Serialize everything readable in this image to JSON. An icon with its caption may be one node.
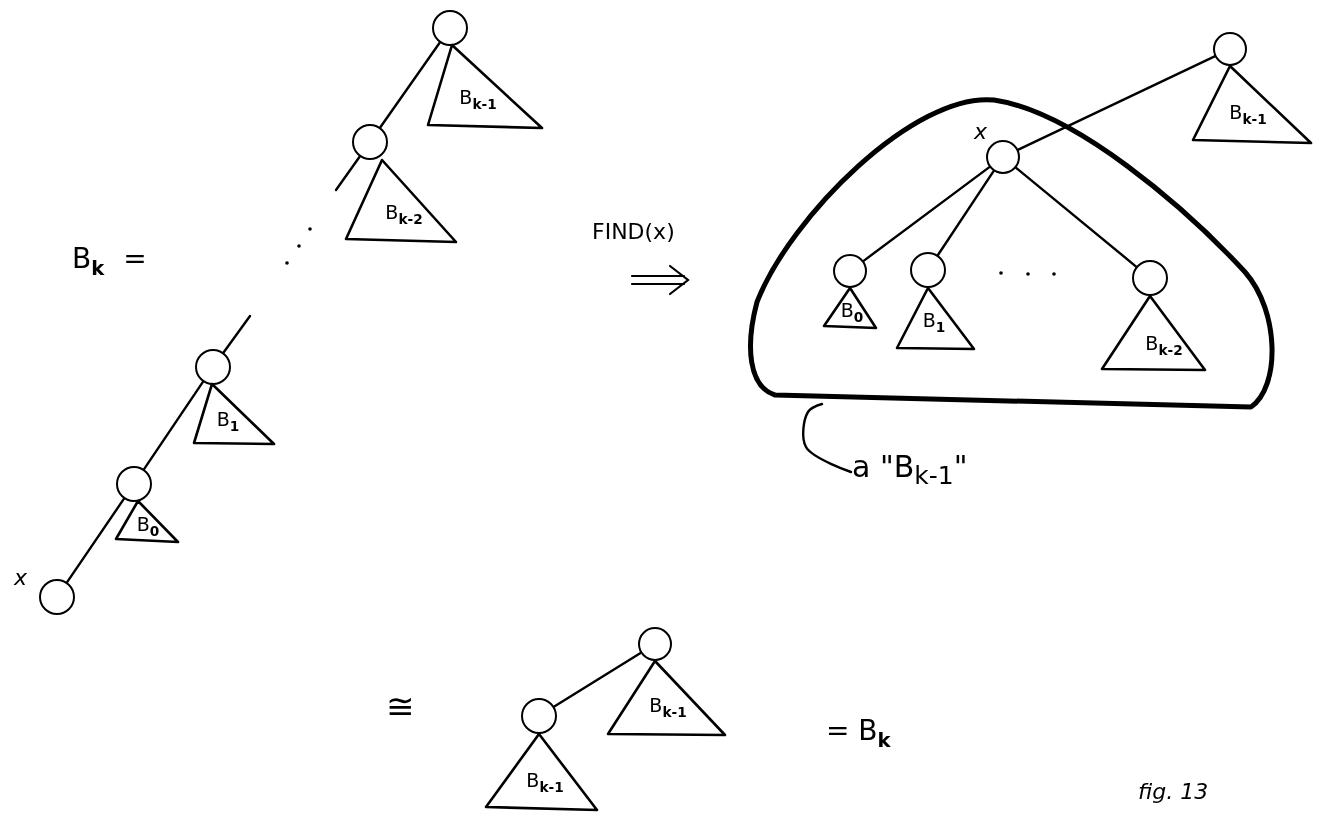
{
  "diagram": {
    "nodes": [
      {
        "text": [],
        "shape": "circle"
      },
      {
        "text": [
          "B$_{k-1}$"
        ]
      },
      {
        "text": [],
        "shape": "circle"
      },
      {
        "text": [
          "B$_{k-2}$"
        ]
      },
      {
        "text": [],
        "shape": "circle"
      },
      {
        "text": [
          "B$_{1}$"
        ]
      },
      {
        "text": [],
        "shape": "circle"
      },
      {
        "text": [
          "B$_{0}$"
        ]
      },
      {
        "text": [],
        "shape": "circle",
        "beside": [
          "x"
        ]
      },
      {
        "text": [],
        "shape": "circle"
      },
      {
        "text": [
          "B$_{k-1}$"
        ]
      },
      {
        "text": [],
        "shape": "triangle"
      },
      {
        "text": [],
        "shape": "circle",
        "in": 11,
        "beside": [
          "x"
        ]
      },
      {
        "text": [],
        "shape": "circle",
        "in": 11
      },
      {
        "text": [
          "B$_{0}$"
        ],
        "in": 11
      },
      {
        "text": [],
        "shape": "circle",
        "in": 11
      },
      {
        "text": [
          "B$_{1}$"
        ],
        "in": 11
      },
      {
        "text": [],
        "shape": "circle",
        "in": 11
      },
      {
        "text": [
          "B$_{k-2}$"
        ],
        "in": 11
      },
      {
        "text": [
          "a \"B$_{k-1}$\""
        ]
      },
      {
        "text": [],
        "shape": "circle"
      },
      {
        "text": [
          "B$_{k-1}$"
        ]
      },
      {
        "text": [],
        "shape": "circle"
      },
      {
        "text": [
          "B$_{k-1}$"
        ]
      }
    ],
    "edges": [
      {
        "from": 0,
        "to": 2,
        "arrow": "none"
      },
      {
        "from": 2,
        "to": null,
        "arrow": "none"
      },
      {
        "from": 4,
        "to": null,
        "arrow": "none"
      },
      {
        "from": 4,
        "to": 6,
        "arrow": "none"
      },
      {
        "from": 6,
        "to": 8,
        "arrow": "none"
      },
      {
        "from": 9,
        "to": 12,
        "arrow": "none"
      },
      {
        "from": 12,
        "to": 13,
        "arrow": "none"
      },
      {
        "from": 12,
        "to": 15,
        "arrow": "none"
      },
      {
        "from": 12,
        "to": 17,
        "arrow": "none"
      },
      {
        "from": 19,
        "to": 11,
        "arrow": "none"
      },
      {
        "from": 20,
        "to": 22,
        "arrow": "none"
      }
    ],
    "labels": [
      "B$_{k}$ =",
      "FIND(x)",
      "≅",
      "= B$_{k}$",
      "fig. 13"
    ]
  }
}
